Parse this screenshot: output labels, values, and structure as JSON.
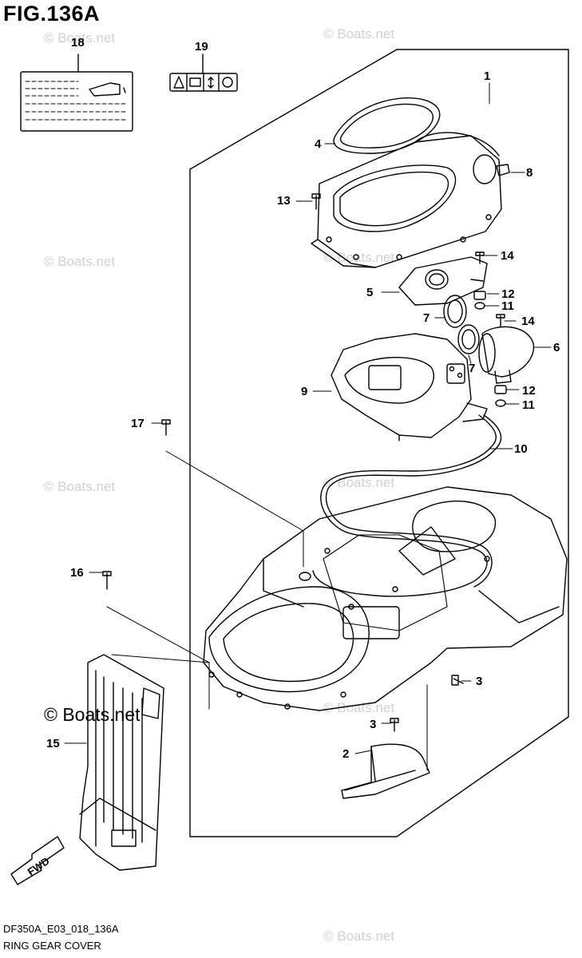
{
  "figure": {
    "title": "FIG.136A",
    "code": "DF350A_E03_018_136A",
    "caption": "RING GEAR COVER",
    "direction_label": "FWD"
  },
  "watermarks": {
    "text": "© Boats.net",
    "color": "#d0d0d0"
  },
  "callouts": [
    {
      "id": "c1",
      "label": "1"
    },
    {
      "id": "c2",
      "label": "2"
    },
    {
      "id": "c3a",
      "label": "3"
    },
    {
      "id": "c3b",
      "label": "3"
    },
    {
      "id": "c4",
      "label": "4"
    },
    {
      "id": "c5",
      "label": "5"
    },
    {
      "id": "c6",
      "label": "6"
    },
    {
      "id": "c7a",
      "label": "7"
    },
    {
      "id": "c7b",
      "label": "7"
    },
    {
      "id": "c8",
      "label": "8"
    },
    {
      "id": "c9",
      "label": "9"
    },
    {
      "id": "c10",
      "label": "10"
    },
    {
      "id": "c11a",
      "label": "11"
    },
    {
      "id": "c11b",
      "label": "11"
    },
    {
      "id": "c12a",
      "label": "12"
    },
    {
      "id": "c12b",
      "label": "12"
    },
    {
      "id": "c13",
      "label": "13"
    },
    {
      "id": "c14a",
      "label": "14"
    },
    {
      "id": "c14b",
      "label": "14"
    },
    {
      "id": "c15",
      "label": "15"
    },
    {
      "id": "c16",
      "label": "16"
    },
    {
      "id": "c17",
      "label": "17"
    },
    {
      "id": "c18",
      "label": "18"
    },
    {
      "id": "c19",
      "label": "19"
    }
  ]
}
